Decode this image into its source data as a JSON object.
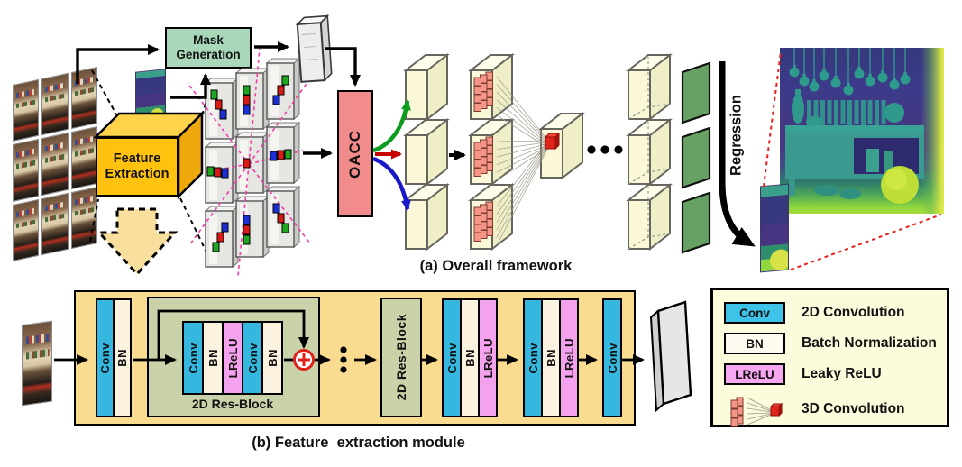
{
  "panel_a": {
    "caption": "(a) Overall framework",
    "mask_generation": {
      "line1": "Mask",
      "line2": "Generation"
    },
    "feature_extraction": {
      "line1": "Feature",
      "line2": "Extraction"
    },
    "oacc_label": "OACC",
    "regression_label": "Regression"
  },
  "panel_b": {
    "caption": "(b) Feature  extraction module",
    "stage1": [
      "Conv",
      "BN"
    ],
    "res_block": {
      "label": "2D Res-Block",
      "inner": [
        "Conv",
        "BN",
        "LReLU",
        "Conv",
        "BN"
      ]
    },
    "res_block_collapsed": "2D Res-Block",
    "stage2": [
      "Conv",
      "BN",
      "LReLU"
    ],
    "stage3": [
      "Conv",
      "BN",
      "LReLU"
    ],
    "final_conv": "Conv"
  },
  "legend": {
    "items": [
      {
        "swatch": "Conv",
        "label": "2D Convolution",
        "color": "#3EC3E8"
      },
      {
        "swatch": "BN",
        "label": "Batch Normalization",
        "color": "#FDFAF0"
      },
      {
        "swatch": "LReLU",
        "label": "Leaky ReLU",
        "color": "#F7A6F0"
      },
      {
        "swatch": "",
        "icon": "3d-convolution-icon",
        "label": "3D Convolution",
        "color": "#F59585"
      }
    ]
  },
  "colors": {
    "feature_extraction_box": "#FFC20E",
    "mask_generation_box": "#A8D8B9",
    "oacc_box": "#F28B8B",
    "cost_volume": "#FAF8D6",
    "conv_cube": "#F59585",
    "center_cube": "#E0241B",
    "green_slab": "#67A163",
    "module_container": "#F9DC8F",
    "res_block_container": "#C9D2A8",
    "conv_bar": "#35B7DF",
    "bn_bar": "#FBF3DF",
    "lrelu_bar": "#F5A2EE",
    "legend_bg": "#FCFBDC",
    "arrow_green": "#0B9B1F",
    "arrow_red": "#C80000",
    "arrow_blue": "#1818C8",
    "ray_pink": "#F03CA8",
    "dashed_red": "#E8211C"
  }
}
